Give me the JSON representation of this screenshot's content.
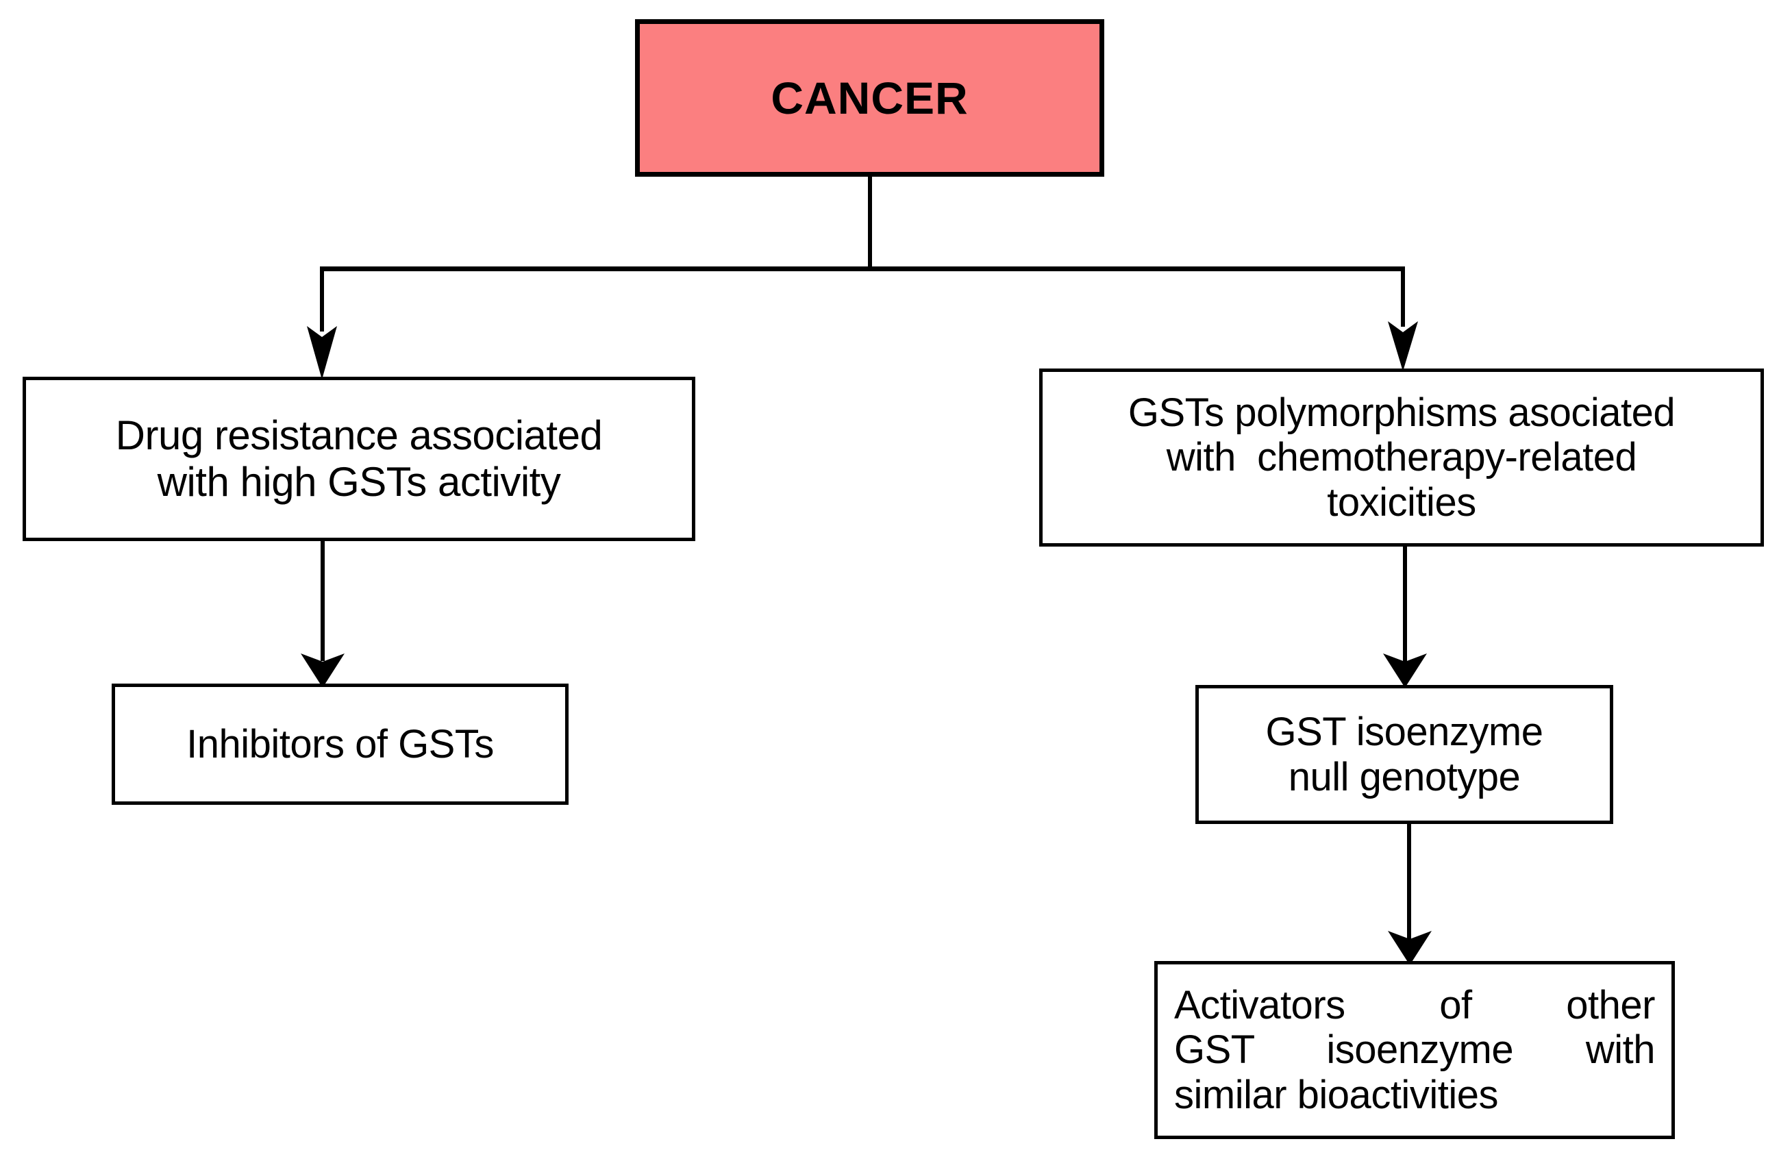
{
  "diagram": {
    "title": "GSTs in cancer - drug resistance and polymorphism flowchart",
    "type": "flowchart",
    "colors": {
      "root_fill": "#fb7f80",
      "border": "#000000",
      "background": "#ffffff",
      "text": "#000000"
    },
    "nodes": {
      "cancer": {
        "label": "CANCER",
        "role": "root"
      },
      "drug_resistance": {
        "label": "Drug resistance associated with high GSTs activity",
        "line1": "Drug resistance associated",
        "line2": "with high GSTs activity"
      },
      "polymorphisms": {
        "label": "GSTs polymorphisms asociated with  chemotherapy-related toxicities",
        "line1": "GSTs polymorphisms asociated",
        "line2": "with  chemotherapy-related",
        "line3": "toxicities"
      },
      "inhibitors": {
        "label": "Inhibitors of GSTs"
      },
      "null_genotype": {
        "label": "GST isoenzyme null genotype",
        "line1": "GST isoenzyme",
        "line2": "null genotype"
      },
      "activators": {
        "label": "Activators of other GST isoenzyme with similar bioactivities",
        "line1": "Activators of other",
        "line2": "GST isoenzyme with",
        "line3": "similar bioactivities"
      }
    },
    "edges": [
      {
        "from": "cancer",
        "to": "drug_resistance",
        "style": "elbow-arrow"
      },
      {
        "from": "cancer",
        "to": "polymorphisms",
        "style": "elbow-arrow"
      },
      {
        "from": "drug_resistance",
        "to": "inhibitors",
        "style": "straight-arrow"
      },
      {
        "from": "polymorphisms",
        "to": "null_genotype",
        "style": "straight-arrow"
      },
      {
        "from": "null_genotype",
        "to": "activators",
        "style": "straight-arrow"
      }
    ]
  }
}
